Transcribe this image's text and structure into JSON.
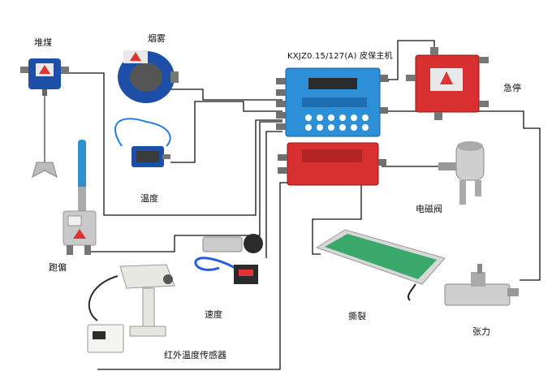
{
  "labels": {
    "coal_pile": "堆煤",
    "smoke": "烟雾",
    "controller": "KXJZ0.15/127(A) 皮保主机",
    "emergency_stop": "急停",
    "temperature": "温度",
    "solenoid_valve": "电磁阀",
    "deviation": "跑偏",
    "speed": "速度",
    "tear": "撕裂",
    "tension": "张力",
    "infrared_temp_sensor": "红外温度传感器"
  },
  "colors": {
    "controller_blue": "#2d8fd6",
    "box_red": "#d83030",
    "device_blue": "#1e4fa8",
    "belt_green": "#3aa86a",
    "wire": "#111111"
  }
}
